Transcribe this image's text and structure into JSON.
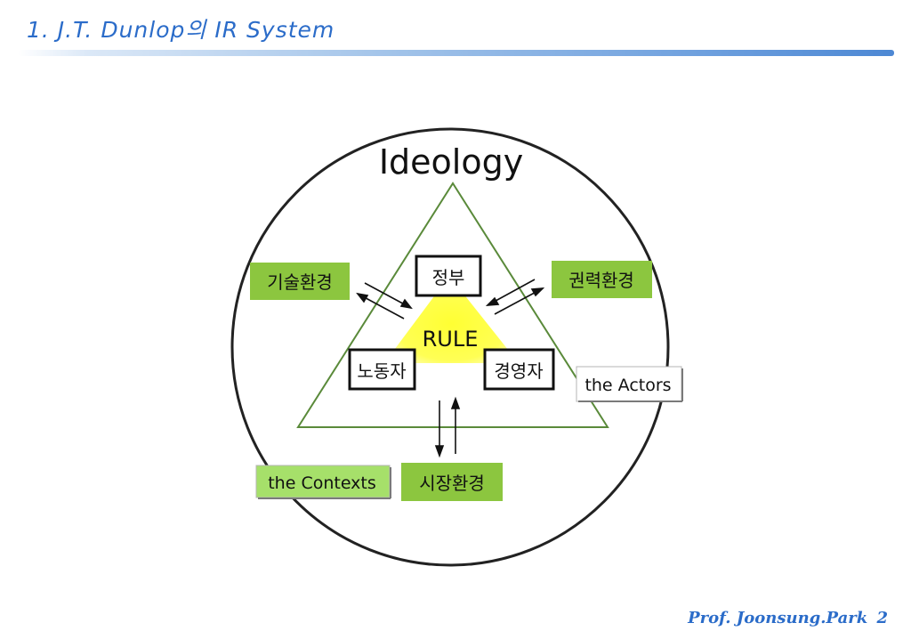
{
  "slide": {
    "title": "1. J.T. Dunlop의 IR System",
    "footer_author": "Prof. Joonsung.Park",
    "footer_page": "2"
  },
  "diagram": {
    "ideology": "Ideology",
    "rule": "RULE",
    "actors": {
      "government": "정부",
      "labor": "노동자",
      "management": "경영자"
    },
    "contexts": {
      "technology": "기술환경",
      "power": "권력환경",
      "market": "시장환경"
    },
    "callouts": {
      "actors": "the Actors",
      "contexts": "the Contexts"
    }
  },
  "colors": {
    "title": "#2b6cc9",
    "triangle_line": "#5a8a3a",
    "context_box": "#8cc63f",
    "rule_glow": "#ffff33"
  }
}
